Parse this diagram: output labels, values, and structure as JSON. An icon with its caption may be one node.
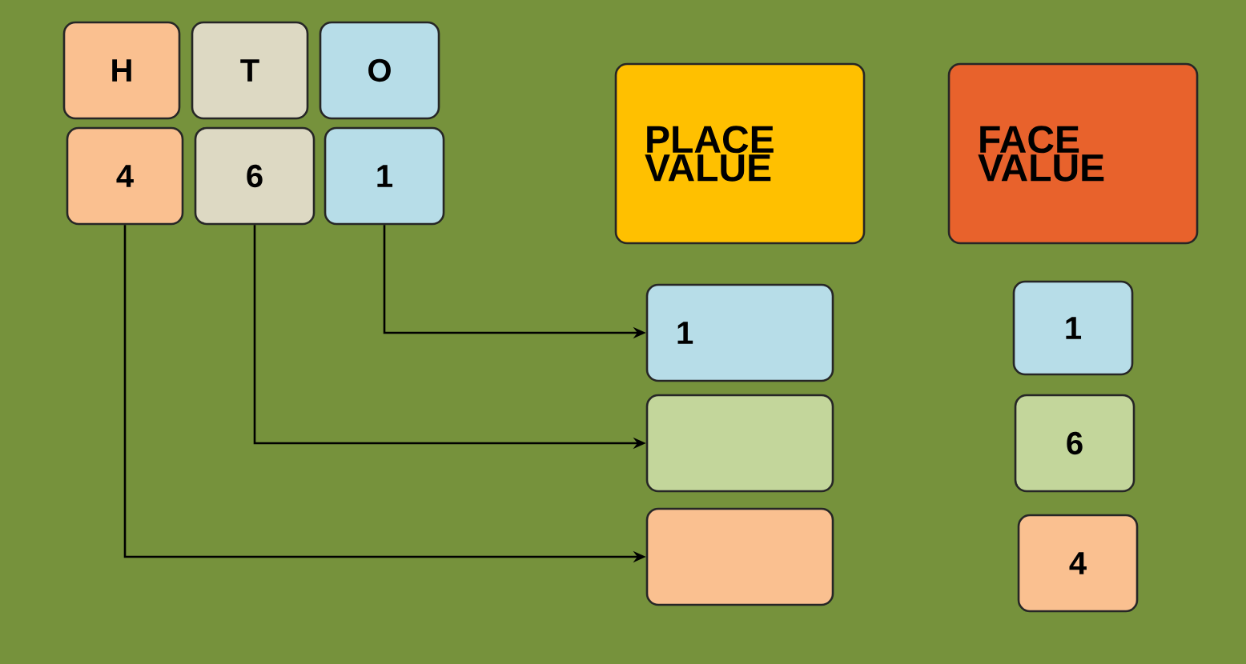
{
  "diagram": {
    "nodes": [
      {
        "text": [
          "H"
        ]
      },
      {
        "text": [
          "T"
        ]
      },
      {
        "text": [
          "O"
        ]
      },
      {
        "text": [
          "4"
        ]
      },
      {
        "text": [
          "6"
        ]
      },
      {
        "text": [
          "1"
        ]
      },
      {
        "text": [
          "PLACE VALUE"
        ]
      },
      {
        "text": [
          "FACE VALUE"
        ]
      },
      {
        "text": [
          "1"
        ]
      },
      {
        "text": [],
        "shape": "box"
      },
      {
        "text": [],
        "shape": "box"
      },
      {
        "text": [
          "1"
        ]
      },
      {
        "text": [
          "6"
        ]
      },
      {
        "text": [
          "4"
        ]
      }
    ],
    "edges": [
      {
        "from": 5,
        "to": 8,
        "arrow": "to"
      },
      {
        "from": 4,
        "to": 9,
        "arrow": "to"
      },
      {
        "from": 3,
        "to": 10,
        "arrow": "to"
      }
    ]
  }
}
